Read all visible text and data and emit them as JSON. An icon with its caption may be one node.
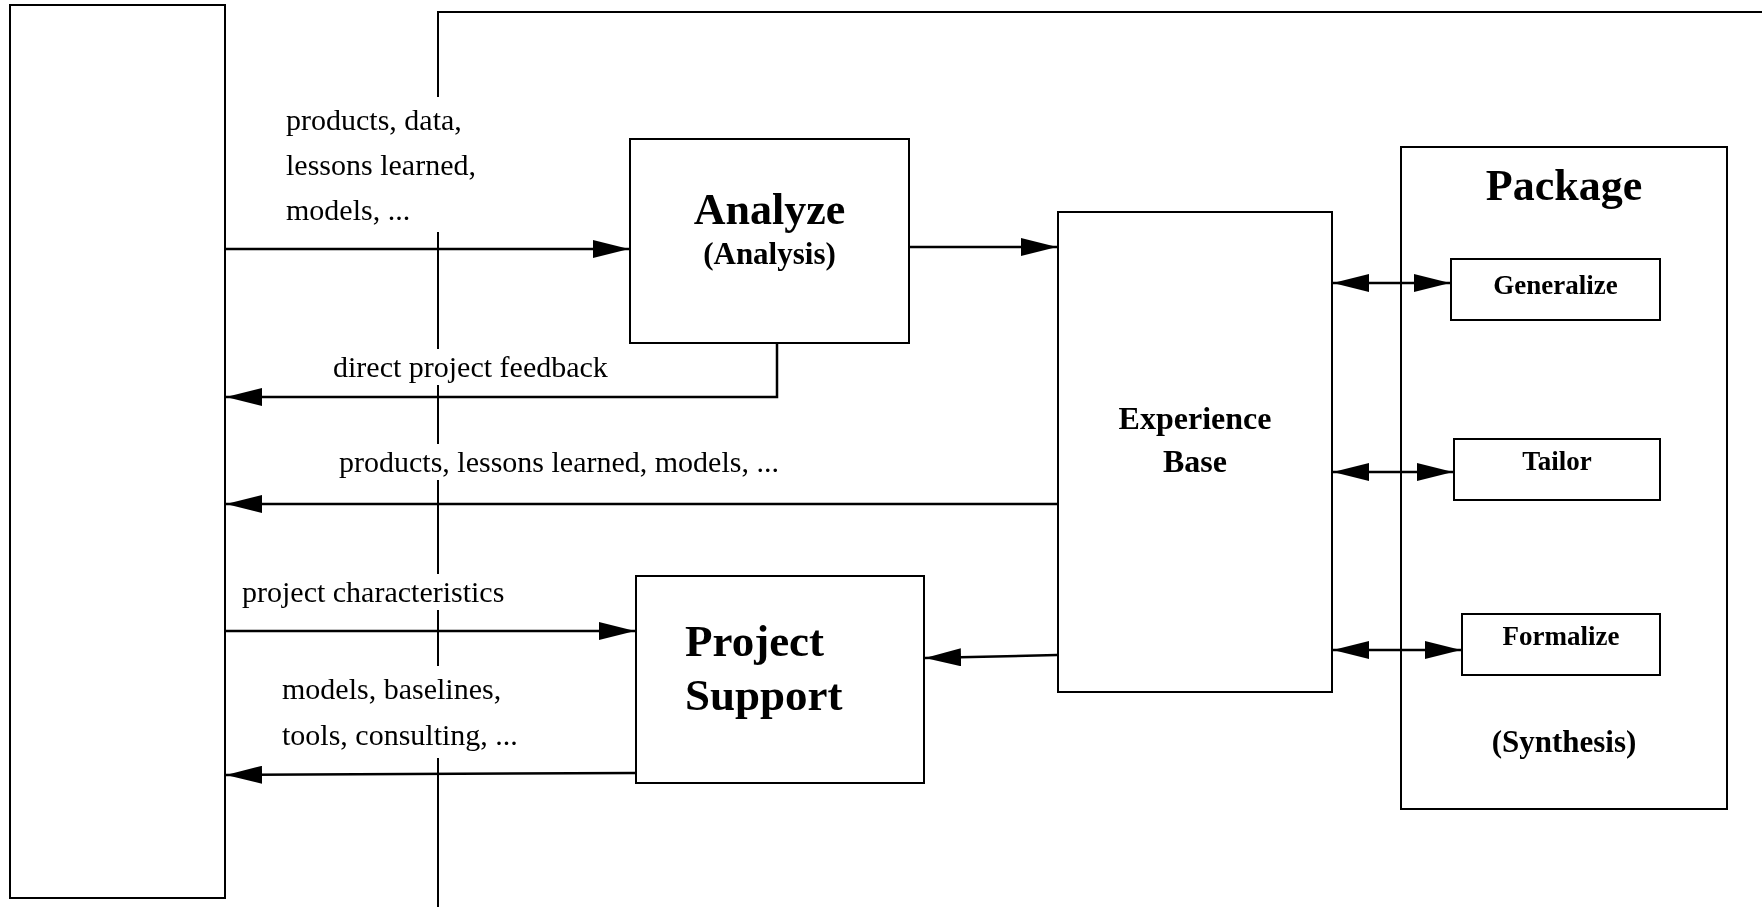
{
  "diagram": {
    "nodes": [
      {
        "text": [],
        "shape": "box"
      },
      {
        "text": [],
        "shape": "box"
      },
      {
        "text": [
          "Analyze",
          "(Analysis)"
        ],
        "in": 1
      },
      {
        "text": [
          "Project Support"
        ],
        "in": 1
      },
      {
        "text": [
          "Experience Base"
        ],
        "in": 1
      },
      {
        "text": [
          "Package",
          "(Synthesis)"
        ],
        "in": 1
      },
      {
        "text": [
          "Generalize"
        ],
        "in": 5
      },
      {
        "text": [
          "Tailor"
        ],
        "in": 5
      },
      {
        "text": [
          "Formalize"
        ],
        "in": 5
      }
    ],
    "edges": [
      {
        "from": 0,
        "to": 2,
        "arrow": "to",
        "label": "products, data, lessons learned, models, ..."
      },
      {
        "from": 2,
        "to": 4,
        "arrow": "to"
      },
      {
        "from": 2,
        "to": 0,
        "arrow": "to",
        "label": "direct project feedback"
      },
      {
        "from": 4,
        "to": 0,
        "arrow": "to",
        "label": "products, lessons learned, models, ..."
      },
      {
        "from": 0,
        "to": 3,
        "arrow": "to",
        "label": "project characteristics"
      },
      {
        "from": 4,
        "to": 3,
        "arrow": "to"
      },
      {
        "from": 3,
        "to": 0,
        "arrow": "to",
        "label": "models, baselines, tools, consulting, ..."
      },
      {
        "from": 4,
        "to": 6,
        "arrow": "both"
      },
      {
        "from": 4,
        "to": 7,
        "arrow": "both"
      },
      {
        "from": 4,
        "to": 8,
        "arrow": "both"
      }
    ]
  }
}
